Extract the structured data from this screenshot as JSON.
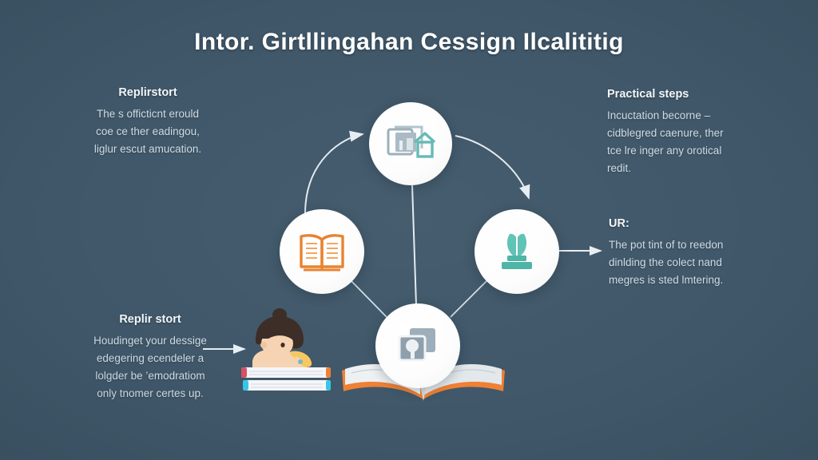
{
  "page": {
    "title": "Intor. Girtllingahan Cessign Ilcalititig",
    "background_color": "#446073",
    "text_color": "#cfdbe3",
    "heading_color": "#f2f6f8"
  },
  "blocks": {
    "top_left": {
      "heading": "Replirstort",
      "lines": [
        "The s officticnt erould",
        "coe ce ther eadingou,",
        "liglur escut amucation."
      ]
    },
    "top_right": {
      "heading": "Practical steps",
      "lines": [
        "Incuctation becorne –",
        "cidblegred caenure, ther",
        "tce lre inger any orotical",
        "redit."
      ]
    },
    "middle_right": {
      "heading": "UR:",
      "lines": [
        "The pot tint of to reedon",
        "dinlding the colect nand",
        "megres is sted lmtering."
      ]
    },
    "bottom_left": {
      "heading": "Replir stort",
      "lines": [
        "Houdinget your dessige",
        "edegering ecendeler a",
        "lolgder be ’emodratiom",
        "only tnomer certes up."
      ]
    }
  },
  "diagram": {
    "nodes": [
      {
        "id": "top",
        "icon": "documents-house-icon",
        "icon_color": "#8fa3b0",
        "accent_color": "#63b9b4"
      },
      {
        "id": "left",
        "icon": "open-book-icon",
        "icon_color": "#e8802a",
        "accent_color": "#f2a45c"
      },
      {
        "id": "right",
        "icon": "trophy-award-icon",
        "icon_color": "#5cc2b4",
        "accent_color": "#4bb3a4"
      },
      {
        "id": "bottom",
        "icon": "copy-layers-icon",
        "icon_color": "#8d9fac",
        "accent_color": "#7b8f9d"
      }
    ],
    "connectors": [
      {
        "from": "left",
        "to": "top",
        "style": "curved-arrow"
      },
      {
        "from": "top",
        "to": "right",
        "style": "curved-arrow"
      },
      {
        "from": "top",
        "to": "bottom",
        "style": "straight-line"
      },
      {
        "from": "left",
        "to": "bottom",
        "style": "straight-line"
      },
      {
        "from": "right",
        "to": "bottom",
        "style": "straight-line"
      },
      {
        "from": "right",
        "to": "middle_right_text",
        "style": "straight-arrow"
      },
      {
        "from": "bottom_left_text",
        "to": "child-illustration",
        "style": "straight-arrow"
      }
    ],
    "line_color": "#dfe8ee"
  },
  "illustrations": [
    {
      "id": "child-on-books",
      "name": "child-reading-illustration",
      "hair_color": "#3b2b25",
      "skin_color": "#f6d3b2",
      "book_top_color": "#d94f63",
      "book_bottom_color": "#35c6e8"
    },
    {
      "id": "open-book",
      "name": "open-book-illustration",
      "cover_color": "#ef7f33",
      "page_color": "#eef1f3"
    }
  ]
}
